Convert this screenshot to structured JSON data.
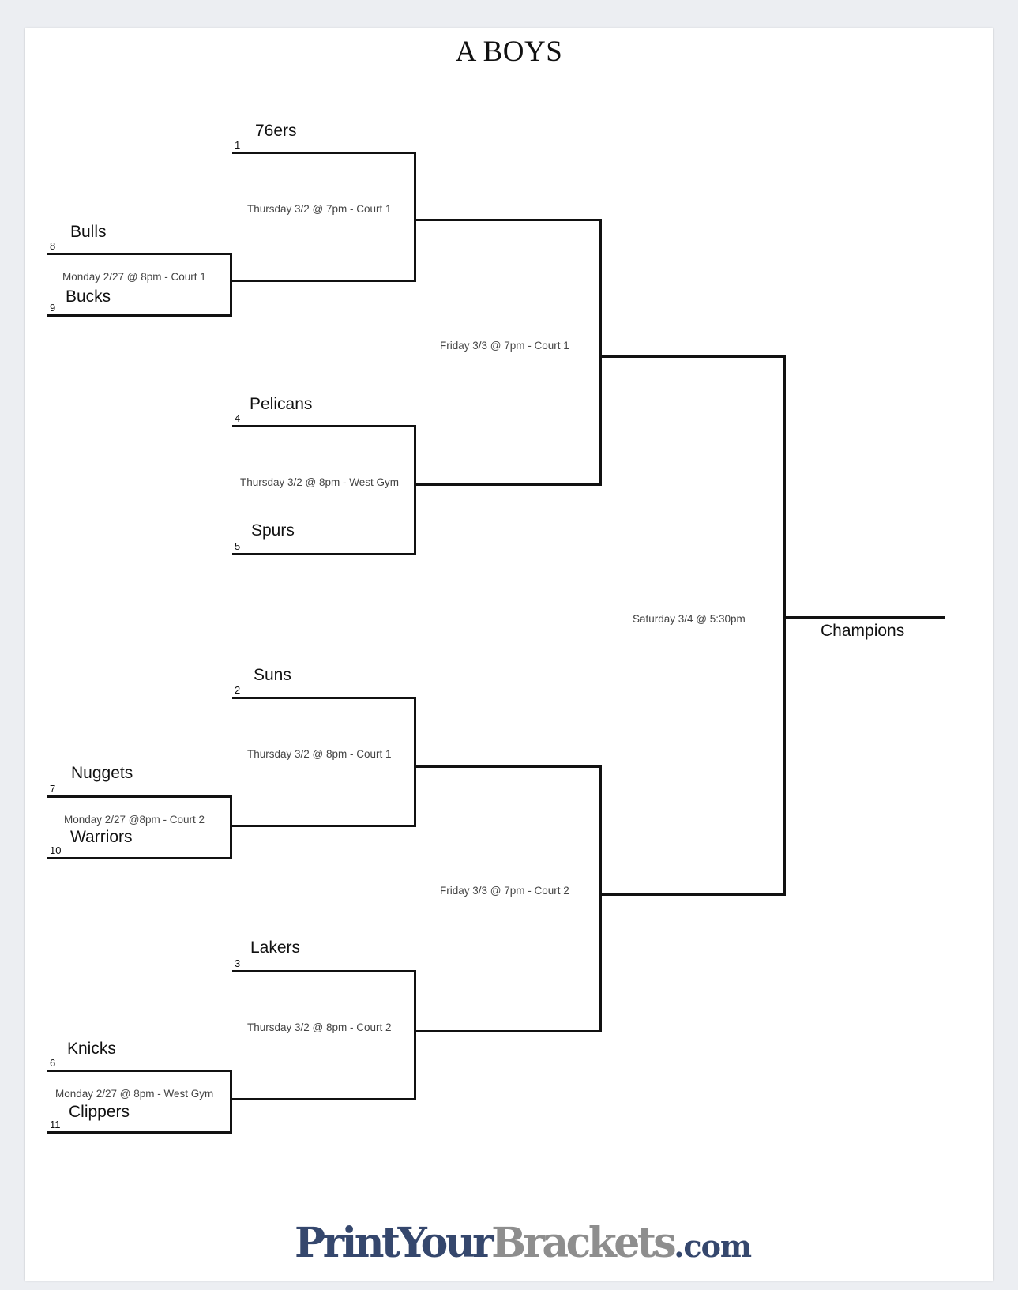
{
  "title": "A BOYS",
  "teams": {
    "t76ers": {
      "name": "76ers",
      "seed": "1"
    },
    "bulls": {
      "name": "Bulls",
      "seed": "8"
    },
    "bucks": {
      "name": "Bucks",
      "seed": "9"
    },
    "pelicans": {
      "name": "Pelicans",
      "seed": "4"
    },
    "spurs": {
      "name": "Spurs",
      "seed": "5"
    },
    "suns": {
      "name": "Suns",
      "seed": "2"
    },
    "nuggets": {
      "name": "Nuggets",
      "seed": "7"
    },
    "warriors": {
      "name": "Warriors",
      "seed": "10"
    },
    "lakers": {
      "name": "Lakers",
      "seed": "3"
    },
    "knicks": {
      "name": "Knicks",
      "seed": "6"
    },
    "clippers": {
      "name": "Clippers",
      "seed": "11"
    }
  },
  "games": {
    "bulls_bucks": "Monday 2/27 @ 8pm - Court 1",
    "nuggets_warriors": "Monday 2/27 @8pm - Court 2",
    "knicks_clippers": "Monday 2/27 @ 8pm - West Gym",
    "qf1": "Thursday 3/2 @ 7pm - Court 1",
    "qf2": "Thursday 3/2 @ 8pm - West Gym",
    "qf3": "Thursday 3/2 @ 8pm - Court 1",
    "qf4": "Thursday 3/2 @ 8pm - Court 2",
    "sf1": "Friday 3/3 @ 7pm - Court 1",
    "sf2": "Friday 3/3 @ 7pm - Court 2",
    "final": "Saturday 3/4 @ 5:30pm"
  },
  "champion_label": "Champions",
  "logo": {
    "part1": "PrintYour",
    "part2": "Brackets",
    "part3": ".com"
  }
}
